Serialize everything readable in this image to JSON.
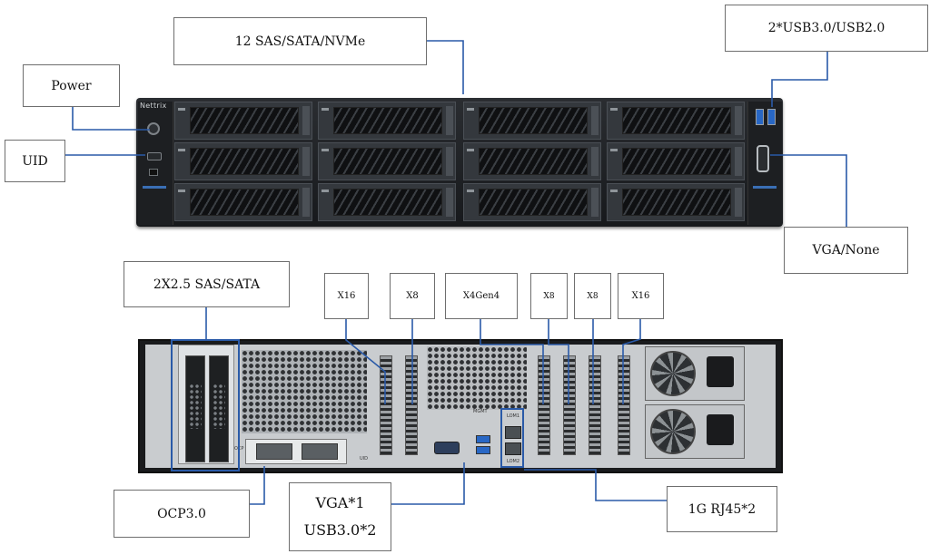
{
  "front_labels": {
    "drives": "12 SAS/SATA/NVMe",
    "usb": "2*USB3.0/USB2.0",
    "power": "Power",
    "uid": "UID",
    "vga": "VGA/None"
  },
  "brand": "Nettrix",
  "rear_labels": {
    "rear_drives": "2X2.5 SAS/SATA",
    "slot1": "X16",
    "slot2": "X8",
    "slot3": "X4Gen4",
    "slot4": "X8",
    "slot5": "X8",
    "slot6": "X16",
    "ocp": "OCP3.0",
    "vga_line1": "VGA*1",
    "vga_line2": "USB3.0*2",
    "rj45": "1G RJ45*2"
  },
  "rear_silk": {
    "mgmt": "MGMT",
    "lom1": "LOM1",
    "lom2": "LOM2",
    "uid": "UID",
    "ocp": "OCP"
  },
  "colors": {
    "leader_line": "#2a5aa8",
    "label_border": "#6e6e6e",
    "chassis": "#1a1b1d"
  }
}
